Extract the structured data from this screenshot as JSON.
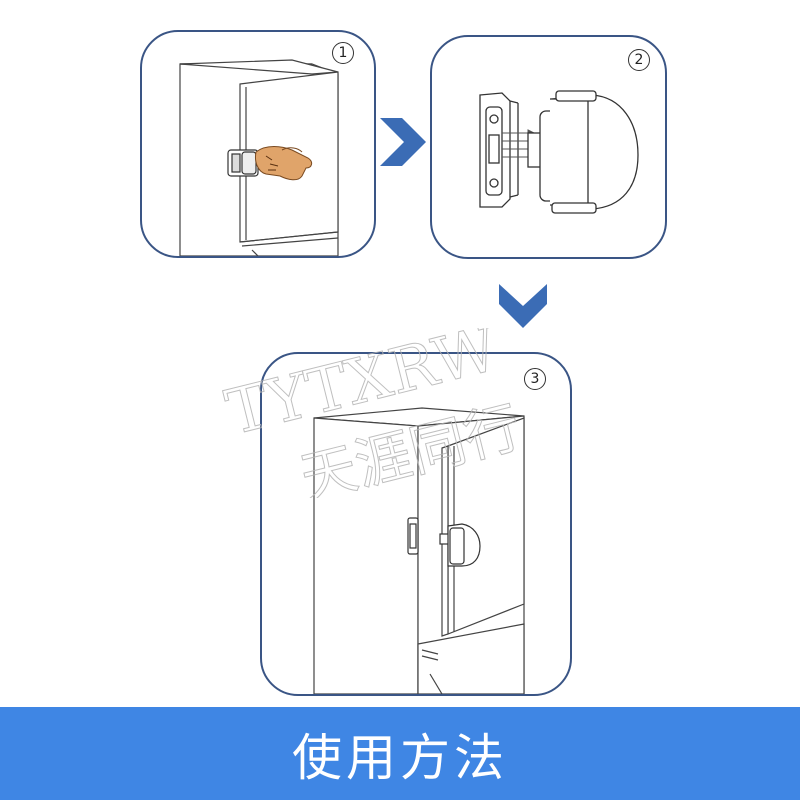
{
  "steps": [
    {
      "number": "1"
    },
    {
      "number": "2"
    },
    {
      "number": "3"
    }
  ],
  "watermark": {
    "latin": "TYTXRW",
    "chinese": "天涯同行",
    "mark": "®"
  },
  "banner": {
    "title": "使用方法"
  },
  "colors": {
    "panel_border": "#3a5585",
    "arrow": "#3b6cb5",
    "banner": "#3f86e4",
    "hand": "#e0a46a"
  },
  "icons": [
    "right-arrow-icon",
    "down-arrow-icon",
    "hand-icon",
    "lock-icon",
    "refrigerator-icon"
  ]
}
